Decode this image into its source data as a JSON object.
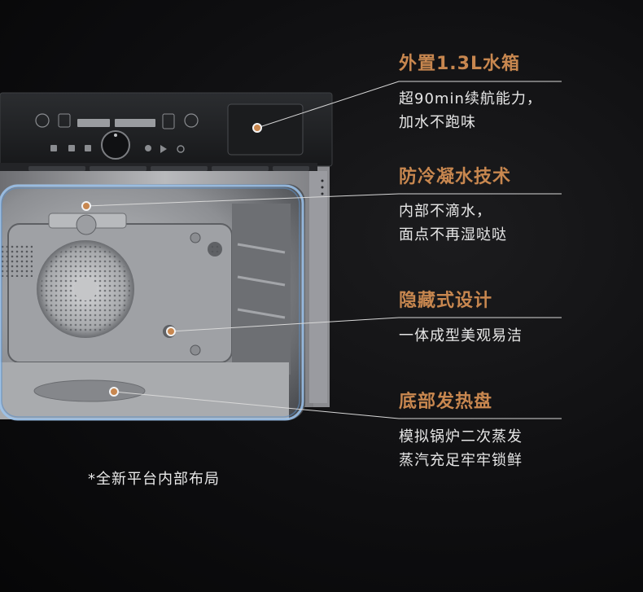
{
  "colors": {
    "accent": "#c8874f",
    "text": "#e6e6e6",
    "background": "#0e0e10"
  },
  "features": [
    {
      "title": "外置1.3L水箱",
      "desc": [
        "超90min续航能力，",
        "加水不跑味"
      ]
    },
    {
      "title": "防冷凝水技术",
      "desc": [
        "内部不滴水，",
        "面点不再湿哒哒"
      ]
    },
    {
      "title": "隐藏式设计",
      "desc": [
        "一体成型美观易洁"
      ]
    },
    {
      "title": "底部发热盘",
      "desc": [
        "模拟锅炉二次蒸发",
        "蒸汽充足牢牢锁鲜"
      ]
    }
  ],
  "footnote": "*全新平台内部布局",
  "oven_display": {
    "left_icons": [
      "steam-icon",
      "light-icon",
      "fan-icon",
      "lock-icon"
    ],
    "right_icons": [
      "timer-icon",
      "play-icon",
      "power-icon"
    ]
  }
}
